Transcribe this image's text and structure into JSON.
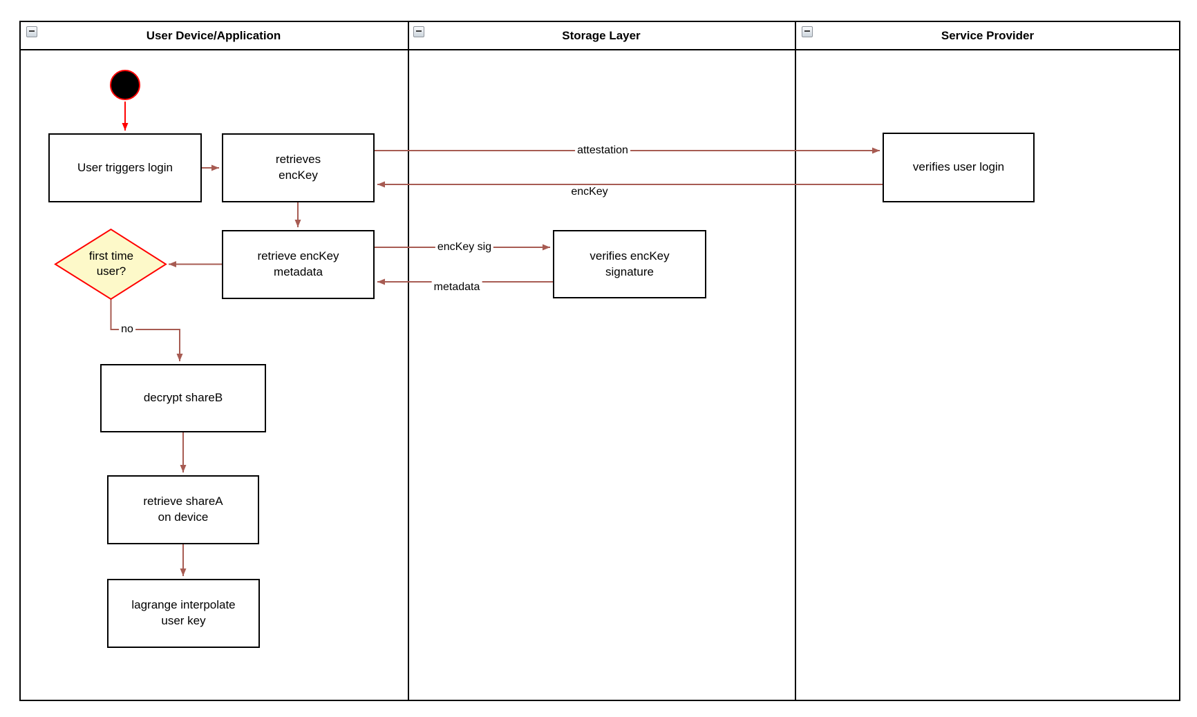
{
  "lanes": [
    {
      "title": "User Device/Application"
    },
    {
      "title": "Storage Layer"
    },
    {
      "title": "Service Provider"
    }
  ],
  "icons": {
    "collapse": "minus"
  },
  "nodes": {
    "start": "initial-state",
    "user_triggers_login": "User triggers login",
    "retrieves_enckey": "retrieves\nencKey",
    "retrieve_enckey_metadata": "retrieve encKey\nmetadata",
    "verifies_enckey_signature": "verifies encKey\nsignature",
    "verifies_user_login": "verifies user login",
    "first_time_user": "first time\nuser?",
    "decrypt_shareb": "decrypt shareB",
    "retrieve_sharea": "retrieve shareA\non device",
    "lagrange_interpolate": "lagrange interpolate\nuser key"
  },
  "edge_labels": {
    "attestation": "attestation",
    "enckey": "encKey",
    "enckey_sig": "encKey sig",
    "metadata": "metadata",
    "no": "no"
  },
  "colors": {
    "edge": "#A75B52",
    "start_edge": "#FF0000",
    "node_fill": "#FFFFFF",
    "node_stroke": "#000000",
    "diamond_fill": "#FDF9C9",
    "diamond_stroke": "#FF0000"
  }
}
